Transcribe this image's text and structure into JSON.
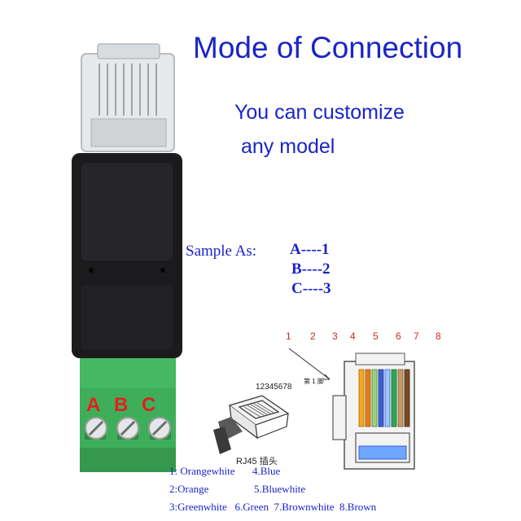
{
  "header": {
    "title": "Mode of Connection",
    "subtitle_line1": "You can customize",
    "subtitle_line2": "any model"
  },
  "sample": {
    "label": "Sample As:",
    "map": [
      "A----1",
      "B----2",
      "C----3"
    ]
  },
  "terminal_labels": [
    "A",
    "B",
    "C"
  ],
  "pin_numbers": [
    "1",
    "2",
    "3",
    "4",
    "5",
    "6",
    "7",
    "8"
  ],
  "plug_diagram": {
    "pin_label": "12345678",
    "caption": "RJ45 插头",
    "first_pin_label": "第 1 脚"
  },
  "wire_legend": {
    "row1a": "1: Orangewhite",
    "row1b": "4.Blue",
    "row2a": "2:Orange",
    "row2b": "5.Bluewhite",
    "row3": "3:Greenwhite   6.Green  7.Brownwhite  8.Brown"
  },
  "colors": {
    "title_blue": "#1a24c8",
    "terminal_green": "#3fae5a",
    "connector_black": "#1b1b1d",
    "label_red": "#e02020"
  }
}
